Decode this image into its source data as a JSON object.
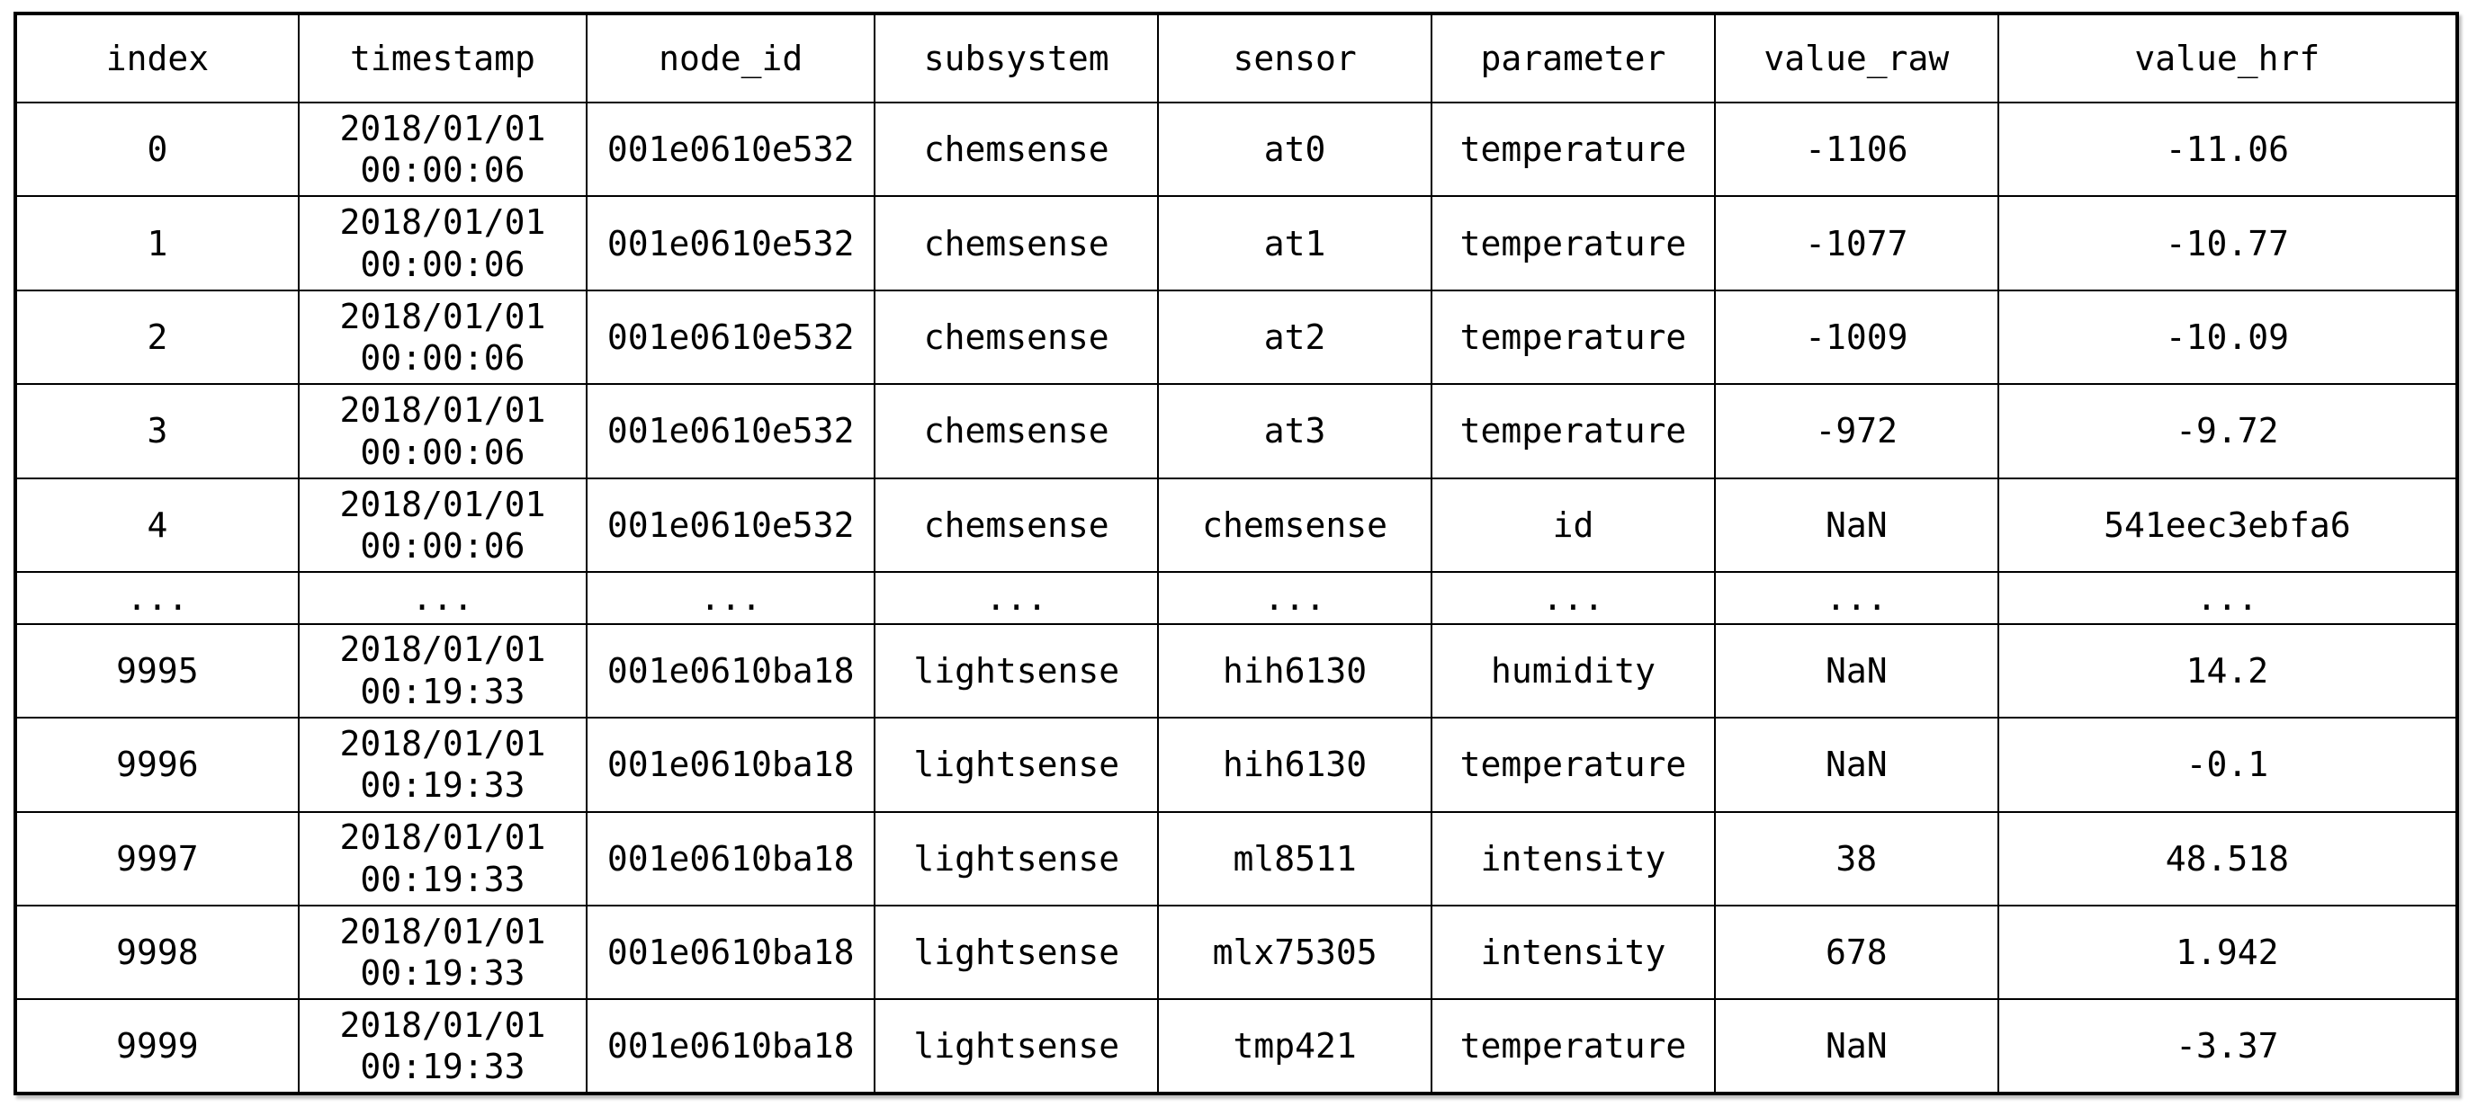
{
  "chart_data": {
    "type": "table",
    "columns": [
      "index",
      "timestamp",
      "node_id",
      "subsystem",
      "sensor",
      "parameter",
      "value_raw",
      "value_hrf"
    ],
    "rows": [
      [
        "0",
        "2018/01/01\n00:00:06",
        "001e0610e532",
        "chemsense",
        "at0",
        "temperature",
        "-1106",
        "-11.06"
      ],
      [
        "1",
        "2018/01/01\n00:00:06",
        "001e0610e532",
        "chemsense",
        "at1",
        "temperature",
        "-1077",
        "-10.77"
      ],
      [
        "2",
        "2018/01/01\n00:00:06",
        "001e0610e532",
        "chemsense",
        "at2",
        "temperature",
        "-1009",
        "-10.09"
      ],
      [
        "3",
        "2018/01/01\n00:00:06",
        "001e0610e532",
        "chemsense",
        "at3",
        "temperature",
        "-972",
        "-9.72"
      ],
      [
        "4",
        "2018/01/01\n00:00:06",
        "001e0610e532",
        "chemsense",
        "chemsense",
        "id",
        "NaN",
        "541eec3ebfa6"
      ],
      [
        "...",
        "...",
        "...",
        "...",
        "...",
        "...",
        "...",
        "..."
      ],
      [
        "9995",
        "2018/01/01\n00:19:33",
        "001e0610ba18",
        "lightsense",
        "hih6130",
        "humidity",
        "NaN",
        "14.2"
      ],
      [
        "9996",
        "2018/01/01\n00:19:33",
        "001e0610ba18",
        "lightsense",
        "hih6130",
        "temperature",
        "NaN",
        "-0.1"
      ],
      [
        "9997",
        "2018/01/01\n00:19:33",
        "001e0610ba18",
        "lightsense",
        "ml8511",
        "intensity",
        "38",
        "48.518"
      ],
      [
        "9998",
        "2018/01/01\n00:19:33",
        "001e0610ba18",
        "lightsense",
        "mlx75305",
        "intensity",
        "678",
        "1.942"
      ],
      [
        "9999",
        "2018/01/01\n00:19:33",
        "001e0610ba18",
        "lightsense",
        "tmp421",
        "temperature",
        "NaN",
        "-3.37"
      ]
    ],
    "grid": true,
    "legend": "none",
    "colors": {
      "text": "#000000",
      "border": "#000000",
      "background": "#ffffff"
    }
  }
}
